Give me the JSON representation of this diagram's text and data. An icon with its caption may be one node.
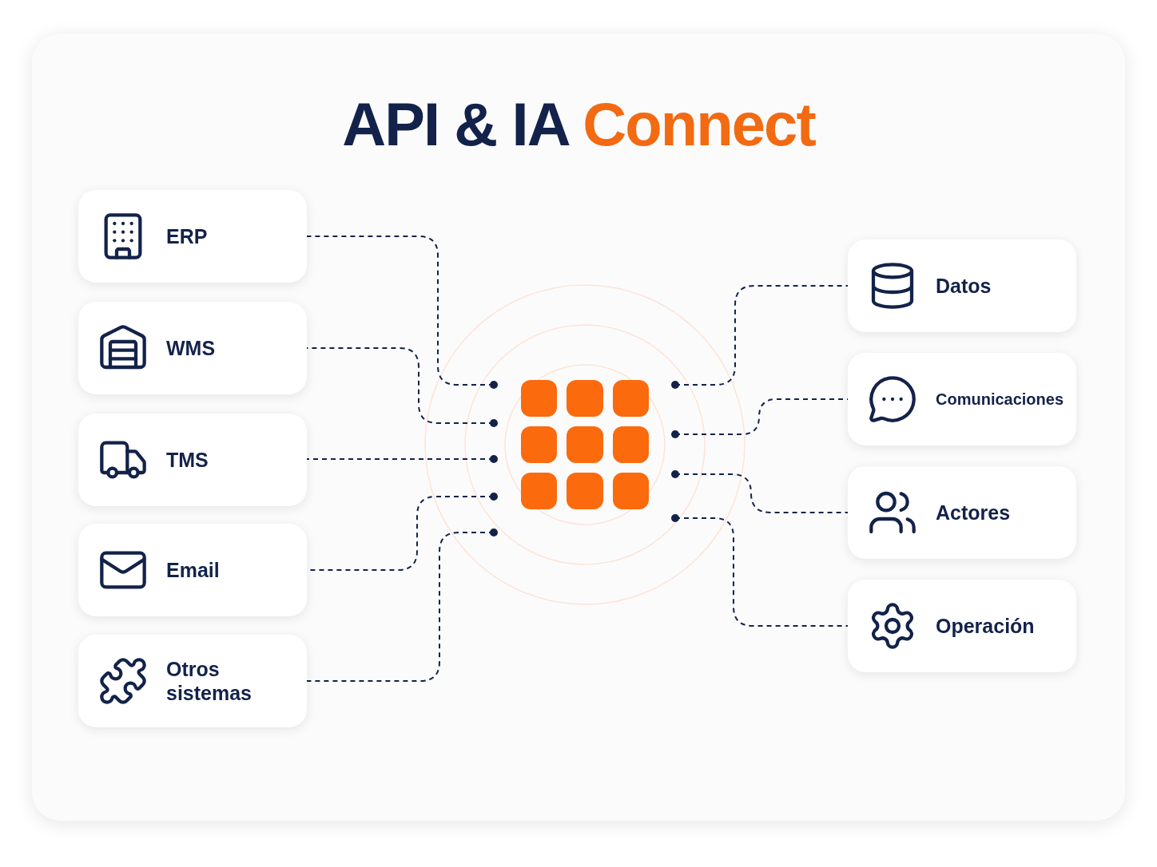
{
  "diagram": {
    "title": "API & IA Connect",
    "nodes": [
      {
        "text": [
          "ERP"
        ]
      },
      {
        "text": [
          "WMS"
        ]
      },
      {
        "text": [
          "TMS"
        ]
      },
      {
        "text": [
          "Email"
        ]
      },
      {
        "text": [
          "Otros sistemas"
        ]
      },
      {
        "text": [
          "Datos"
        ]
      },
      {
        "text": [
          "Comunicaciones"
        ]
      },
      {
        "text": [
          "Actores"
        ]
      },
      {
        "text": [
          "Operación"
        ]
      },
      {
        "text": [],
        "shape": "box"
      }
    ],
    "edges": [
      {
        "from": 9,
        "to": 0,
        "arrow": "other",
        "style": "dashed"
      },
      {
        "from": 9,
        "to": 1,
        "arrow": "other",
        "style": "dashed"
      },
      {
        "from": 9,
        "to": 2,
        "arrow": "other",
        "style": "dashed"
      },
      {
        "from": 9,
        "to": 3,
        "arrow": "other",
        "style": "dashed"
      },
      {
        "from": 9,
        "to": 4,
        "arrow": "other",
        "style": "dashed"
      },
      {
        "from": 9,
        "to": 5,
        "arrow": "other",
        "style": "dashed"
      },
      {
        "from": 9,
        "to": 6,
        "arrow": "other",
        "style": "dashed"
      },
      {
        "from": 9,
        "to": 7,
        "arrow": "other",
        "style": "dashed"
      },
      {
        "from": 9,
        "to": 8,
        "arrow": "other",
        "style": "dashed"
      }
    ]
  }
}
